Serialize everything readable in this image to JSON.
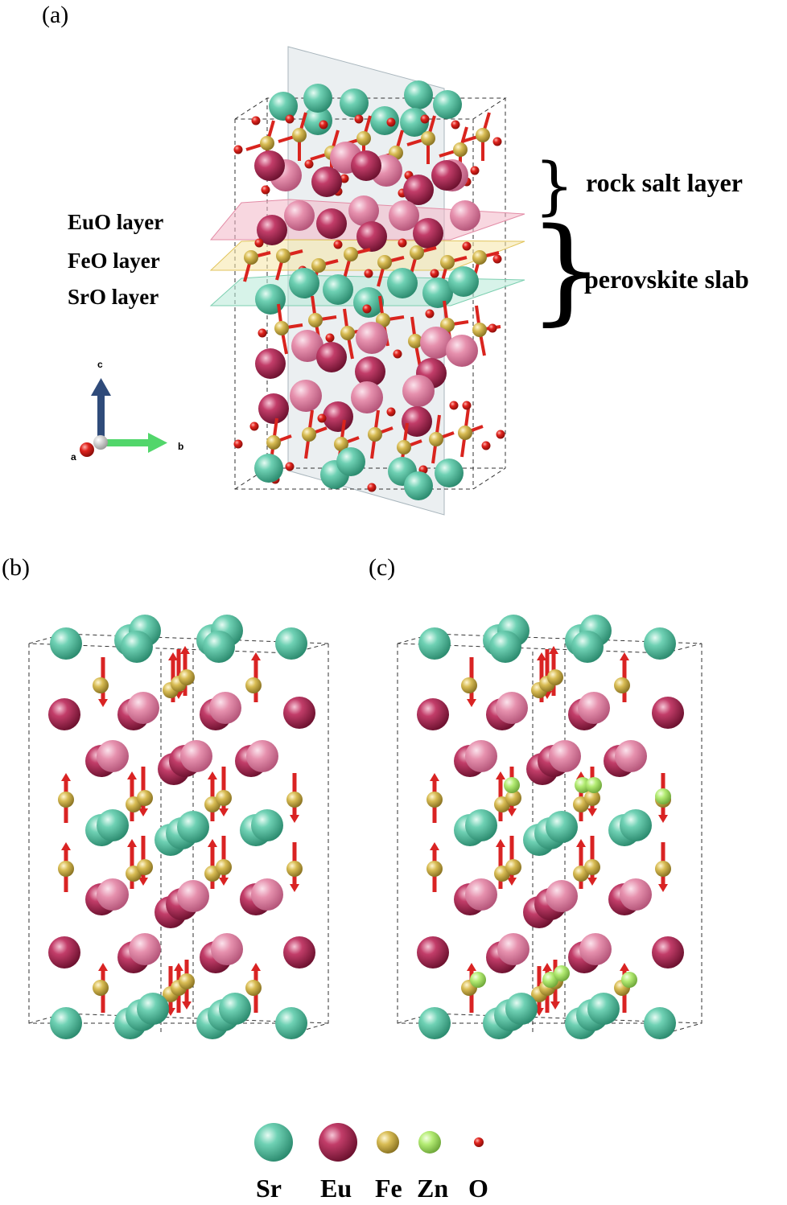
{
  "panels": {
    "a": {
      "label": "(a)"
    },
    "b": {
      "label": "(b)"
    },
    "c": {
      "label": "(c)"
    }
  },
  "layer_labels": {
    "euo": "EuO layer",
    "feo": "FeO layer",
    "sro": "SrO layer"
  },
  "bracket_labels": {
    "rock_salt": "rock salt layer",
    "perovskite": "perovskite slab"
  },
  "axes": {
    "c": "c",
    "b": "b",
    "a": "a"
  },
  "legend": [
    {
      "key": "sr",
      "label": "Sr",
      "color": "#5cc4a6"
    },
    {
      "key": "eu",
      "label": "Eu",
      "color": "#b8325f"
    },
    {
      "key": "fe",
      "label": "Fe",
      "color": "#d4b84a"
    },
    {
      "key": "zn",
      "label": "Zn",
      "color": "#a8e46a"
    },
    {
      "key": "o",
      "label": "O",
      "color": "#d9241e"
    }
  ],
  "colors": {
    "sr": "#5cc4a6",
    "eu": "#b8325f",
    "fe": "#d4b84a",
    "zn": "#a8e46a",
    "o": "#d9241e",
    "spin_arrow": "#d92323",
    "plane_euo": "#f3b7c6",
    "plane_feo": "#f6e6a6",
    "plane_sro": "#b6e9d7",
    "axis_c": "#2f4b7a",
    "axis_b": "#52d66b"
  }
}
